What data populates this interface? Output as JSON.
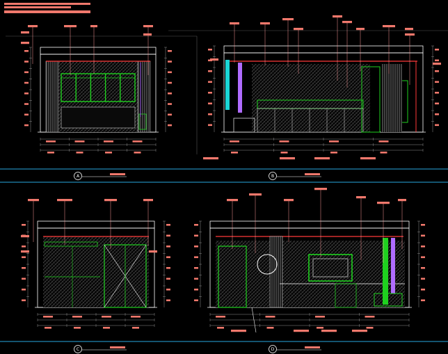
{
  "drawing": {
    "background": "#000000",
    "colors": {
      "leader": "#ff9a9a",
      "label": "#f0786c",
      "frame": "#ffffff",
      "dim": "#8f8f8f",
      "panel": "#28a8e0",
      "fixture": "#1fd11f",
      "wall": "#ff3a3a",
      "accent": "#b06cff",
      "cyan": "#1ad6d6",
      "hatch": "#6b6b6b",
      "vertical": "#d7d7d7"
    }
  },
  "views": [
    {
      "id": "A",
      "marker": "A",
      "title": ""
    },
    {
      "id": "B",
      "marker": "B",
      "title": ""
    },
    {
      "id": "C",
      "marker": "C",
      "title": ""
    },
    {
      "id": "D",
      "marker": "D",
      "title": ""
    }
  ]
}
